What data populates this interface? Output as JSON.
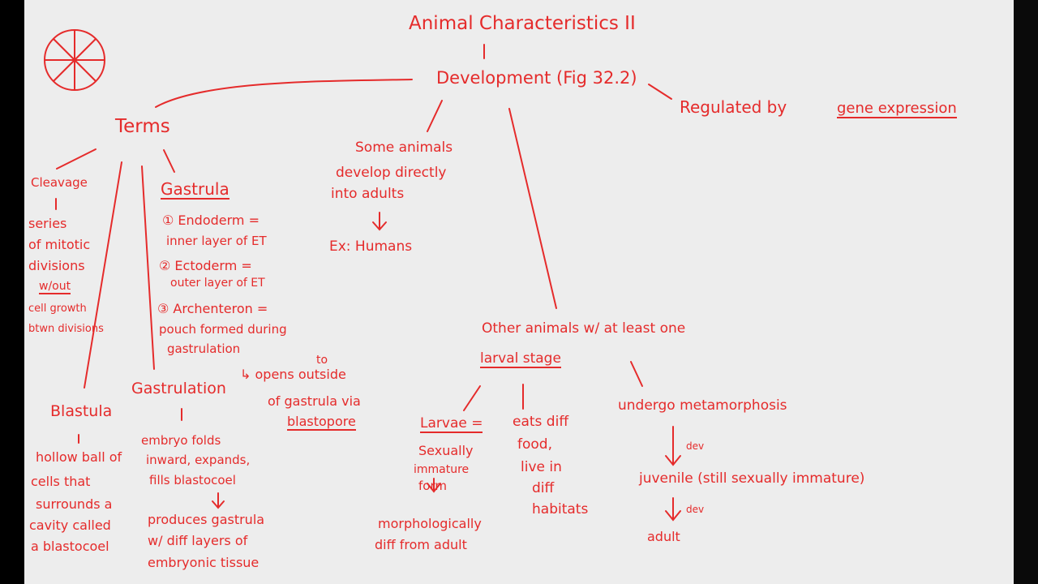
{
  "title": "Animal Characteristics II",
  "development": "Development (Fig 32.2)",
  "regulated_prefix": "Regulated by",
  "regulated_gene": "gene expression",
  "terms": "Terms",
  "cleavage": {
    "heading": "Cleavage",
    "lines": [
      "series",
      "of mitotic",
      "divisions",
      "w/out",
      "cell growth",
      "btwn divisions"
    ]
  },
  "gastrula": {
    "heading": "Gastrula",
    "lines": [
      "① Endoderm =",
      "inner layer of ET",
      "② Ectoderm =",
      "outer layer of ET",
      "③ Archenteron =",
      "pouch formed during",
      "gastrulation"
    ]
  },
  "archenteron_note": {
    "to": "to",
    "lines": [
      "↳ opens outside",
      "of gastrula via",
      "blastopore"
    ]
  },
  "blastula": {
    "heading": "Blastula",
    "lines": [
      "hollow ball of",
      "cells that",
      "surrounds a",
      "cavity called",
      "a blastocoel"
    ]
  },
  "gastrulation": {
    "heading": "Gastrulation",
    "lines": [
      "embryo folds",
      "inward, expands,",
      "fills blastocoel",
      "produces gastrula",
      "w/ diff layers of",
      "embryonic tissue"
    ]
  },
  "direct": {
    "lines": [
      "Some animals",
      "develop directly",
      "into adults"
    ],
    "example": "Ex: Humans"
  },
  "other": {
    "line1": "Other animals w/ at least one",
    "line2": "larval stage"
  },
  "larvae": {
    "heading": "Larvae =",
    "lines": [
      "Sexually",
      "immature",
      "form",
      "morphologically",
      "diff from adult"
    ]
  },
  "eats": {
    "lines": [
      "eats diff",
      "food,",
      "live in",
      "diff",
      "habitats"
    ]
  },
  "metamorphosis": {
    "heading": "undergo metamorphosis",
    "dev1": "dev",
    "juvenile": "juvenile (still sexually immature)",
    "dev2": "dev",
    "adult": "adult"
  }
}
